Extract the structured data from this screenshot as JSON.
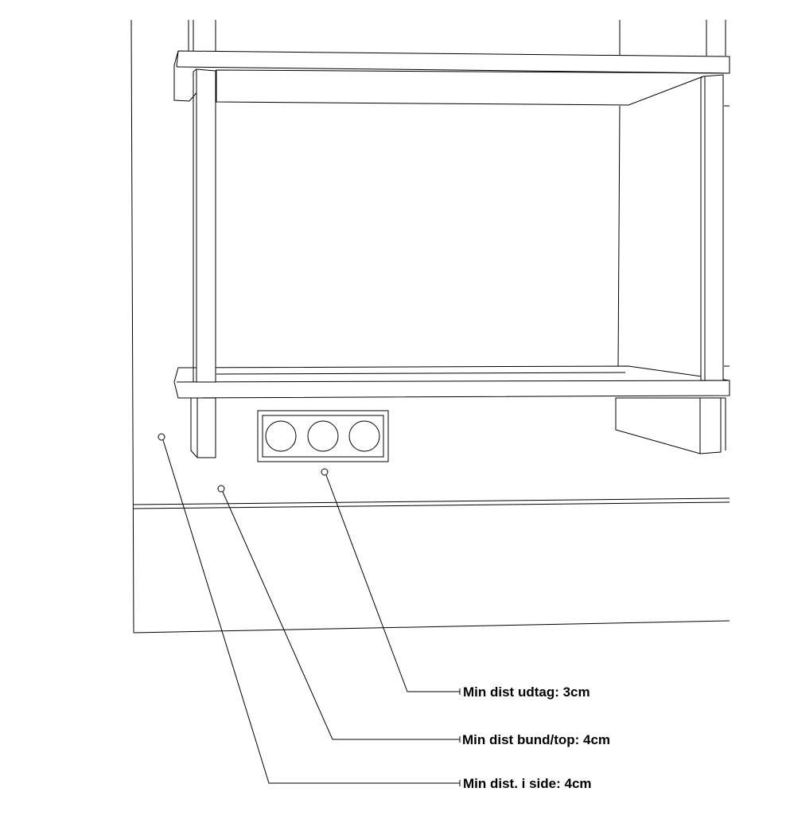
{
  "callouts": {
    "socket_distance": "Min dist udtag: 3cm",
    "bottom_top_distance": "Min dist bund/top: 4cm",
    "side_distance": "Min dist. i side: 4cm"
  },
  "icons": {
    "socket": "triple-power-socket-icon",
    "shelf": "bookshelf-drawing"
  },
  "colors": {
    "line": "#000000",
    "background": "#ffffff"
  }
}
